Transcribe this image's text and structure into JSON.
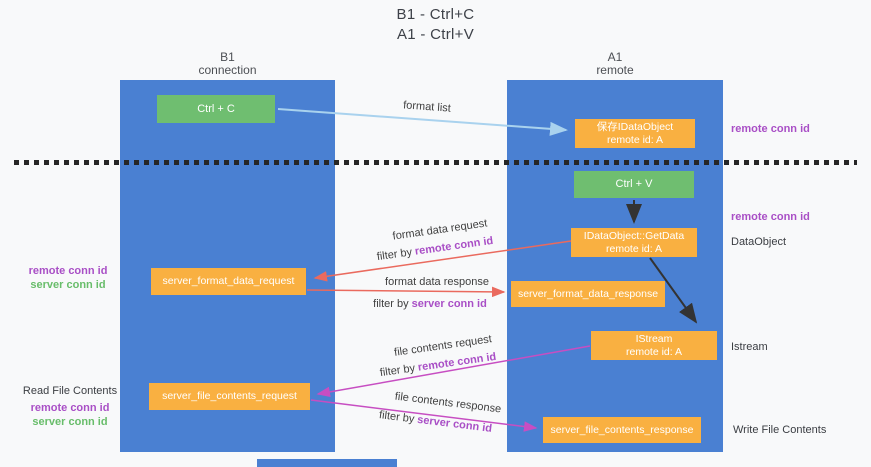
{
  "title": {
    "line1": "B1 - Ctrl+C",
    "line2": "A1 - Ctrl+V"
  },
  "lanes": {
    "left": {
      "name": "B1",
      "role": "connection"
    },
    "right": {
      "name": "A1",
      "role": "remote"
    }
  },
  "nodes": {
    "ctrl_c": {
      "label": "Ctrl + C"
    },
    "save_dataobject": {
      "line1": "保存IDataObject",
      "line2": "remote id: A"
    },
    "ctrl_v": {
      "label": "Ctrl + V"
    },
    "getdata": {
      "line1": "IDataObject::GetData",
      "line2": "remote id: A"
    },
    "format_request": {
      "label": "server_format_data_request"
    },
    "format_response": {
      "label": "server_format_data_response"
    },
    "istream": {
      "line1": "IStream",
      "line2": "remote id: A"
    },
    "file_request": {
      "label": "server_file_contents_request"
    },
    "file_response": {
      "label": "server_file_contents_response"
    }
  },
  "edge_labels": {
    "format_list": "format list",
    "format_data_request": "format data request",
    "format_data_request_filter_prefix": "filter by",
    "format_data_request_filter": "remote conn id",
    "format_data_response": "format data response",
    "format_data_response_filter_prefix": "filter by",
    "format_data_response_filter": "server conn id",
    "file_contents_request": "file contents request",
    "file_contents_request_filter_prefix": "filter by",
    "file_contents_request_filter": "remote conn id",
    "file_contents_response": "file contents response",
    "file_contents_response_filter_prefix": "filter by",
    "file_contents_response_filter": "server conn id"
  },
  "annotations": {
    "right_top_conn_id": "remote conn id",
    "right_mid_conn_id": "remote conn id",
    "dataobject": "DataObject",
    "istream": "Istream",
    "write_file": "Write File Contents",
    "left_remote_conn_id": "remote conn id",
    "left_server_conn_id": "server conn id",
    "read_file": "Read File Contents",
    "left_remote_conn_id2": "remote conn id",
    "left_server_conn_id2": "server conn id"
  },
  "colors": {
    "lane_blue": "#4a80d2",
    "node_green": "#6fbe70",
    "node_orange": "#f9b041",
    "purple_text": "#a94fc6",
    "green_text": "#68bd6a",
    "red_arrow": "#ea6a5e",
    "magenta_arrow": "#c74ec2",
    "light_blue_arrow": "#a9d2ee",
    "black_arrow": "#333333"
  }
}
